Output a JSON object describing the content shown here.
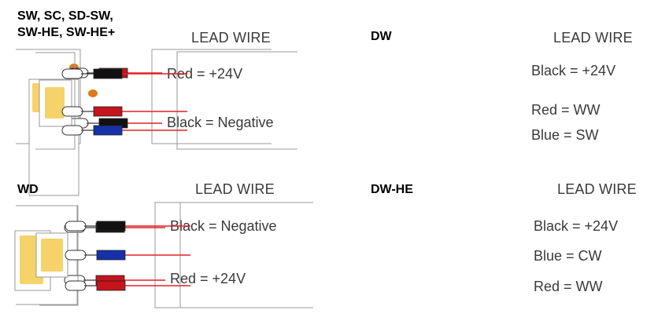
{
  "colors": {
    "red": "#c4141c",
    "black": "#111111",
    "blue": "#1530a8",
    "wire": "#e0202a",
    "chip": "#f5d36a",
    "dot": "#e07a1e",
    "outline": "#999999"
  },
  "panels": [
    {
      "id": "sw",
      "title": "SW, SC, SD-SW,\nSW-HE, SW-HE+",
      "lead_label": "LEAD WIRE",
      "has_dot": true,
      "wires": [
        {
          "color": "red",
          "label": "Red = +24V"
        },
        {
          "color": "black",
          "label": "Black = Negative"
        }
      ]
    },
    {
      "id": "dw",
      "title": "DW",
      "lead_label": "LEAD WIRE",
      "has_dot": true,
      "wires": [
        {
          "color": "black",
          "label": "Black = +24V"
        },
        {
          "color": "red",
          "label": "Red = WW"
        },
        {
          "color": "blue",
          "label": "Blue = SW"
        }
      ]
    },
    {
      "id": "wd",
      "title": "WD",
      "lead_label": "LEAD WIRE",
      "has_dot": false,
      "wires": [
        {
          "color": "black",
          "label": "Black = Negative"
        },
        {
          "color": "red",
          "label": "Red  = +24V"
        }
      ]
    },
    {
      "id": "dw-he",
      "title": "DW-HE",
      "lead_label": "LEAD WIRE",
      "has_dot": false,
      "wires": [
        {
          "color": "black",
          "label": "Black = +24V"
        },
        {
          "color": "blue",
          "label": "Blue  = CW"
        },
        {
          "color": "red",
          "label": "Red = WW"
        }
      ]
    }
  ]
}
